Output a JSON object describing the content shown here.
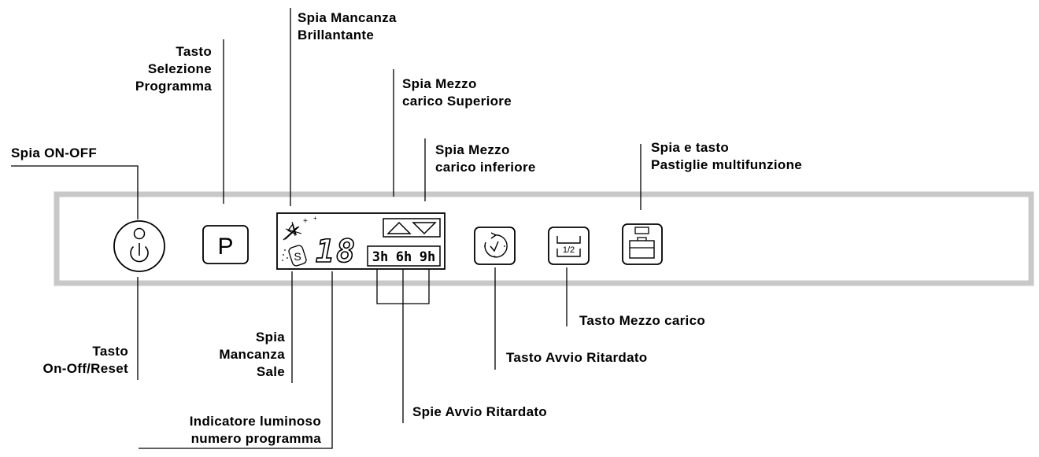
{
  "labels": {
    "spia_on_off": "Spia ON-OFF",
    "tasto_selezione": [
      "Tasto",
      "Selezione",
      "Programma"
    ],
    "spia_brillantante": [
      "Spia Mancanza",
      "Brillantante"
    ],
    "spia_mezzo_superiore": [
      "Spia Mezzo",
      "carico Superiore"
    ],
    "spia_mezzo_inferiore": [
      "Spia Mezzo",
      "carico inferiore"
    ],
    "spia_pastiglie": [
      "Spia e tasto",
      "Pastiglie multifunzione"
    ],
    "tasto_on_off_reset": [
      "Tasto",
      "On-Off/Reset"
    ],
    "spia_sale": [
      "Spia",
      "Mancanza",
      "Sale"
    ],
    "indicatore_numero": [
      "Indicatore luminoso",
      "numero programma"
    ],
    "spie_avvio": "Spie Avvio Ritardato",
    "tasto_avvio": "Tasto Avvio Ritardato",
    "tasto_mezzo": "Tasto Mezzo carico"
  },
  "panel": {
    "program_key": "P",
    "display_digits": "18",
    "salt_symbol": "S",
    "delay_hours": [
      "3h",
      "6h",
      "9h"
    ],
    "half_load_label": "1/2"
  },
  "colors": {
    "panel_border": "#c8c8c8",
    "ink": "#000000"
  }
}
